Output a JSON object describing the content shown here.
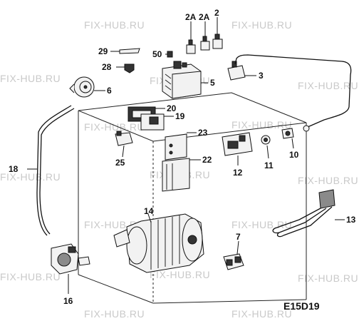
{
  "diagram_code": "E15D19",
  "watermark": "FIX-HUB.RU",
  "parts": {
    "p2a_left": "2A",
    "p2a_right": "2A",
    "p2": "2",
    "p3": "3",
    "p5": "5",
    "p6": "6",
    "p7": "7",
    "p10": "10",
    "p11": "11",
    "p12": "12",
    "p13": "13",
    "p14": "14",
    "p16": "16",
    "p18": "18",
    "p19": "19",
    "p20": "20",
    "p22": "22",
    "p23": "23",
    "p25": "25",
    "p28": "28",
    "p29": "29",
    "p50": "50"
  }
}
